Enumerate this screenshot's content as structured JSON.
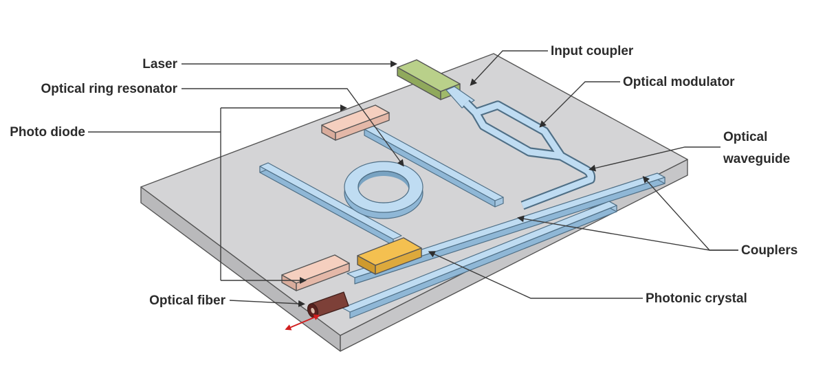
{
  "figure": {
    "type": "annotated-diagram",
    "subject": "Photonic integrated circuit chip with labeled optical components",
    "labels": {
      "laser": "Laser",
      "optical_ring_resonator": "Optical ring resonator",
      "photo_diode": "Photo diode",
      "optical_fiber": "Optical fiber",
      "input_coupler": "Input coupler",
      "optical_modulator": "Optical modulator",
      "optical_waveguide_line1": "Optical",
      "optical_waveguide_line2": "waveguide",
      "couplers": "Couplers",
      "photonic_crystal": "Photonic crystal"
    },
    "colors": {
      "background": "#ffffff",
      "chip_top": "#d4d4d6",
      "chip_side_left": "#b9b9bb",
      "chip_side_right": "#c6c6c8",
      "waveguide_top": "#bfdcf2",
      "waveguide_side": "#8fb7d6",
      "waveguide_cap": "#a5c6e0",
      "waveguide_outline": "#4f6f86",
      "ring_wall": "#79a3c2",
      "laser_top": "#b9d08a",
      "laser_side": "#90a95c",
      "laser_cap": "#a0b96a",
      "photodiode_top": "#f5cfbf",
      "photodiode_side": "#d9ac9c",
      "photodiode_front": "#e4b8a8",
      "crystal_top": "#f4c050",
      "crystal_side": "#cf9a2e",
      "crystal_front": "#dda93c",
      "fiber_body": "#7d4038",
      "fiber_end": "#58211e",
      "fiber_core": "#d8b8a8",
      "outline": "#555555",
      "leader_line": "#3c3c3c",
      "label_text": "#2b2b2b",
      "io_arrow": "#d11f1f"
    }
  }
}
